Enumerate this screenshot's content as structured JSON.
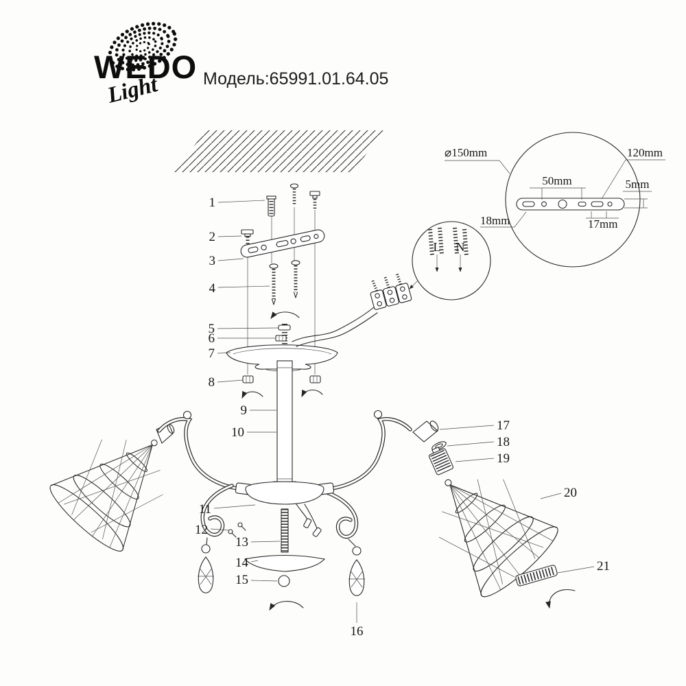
{
  "brand": {
    "wordmark": "WEDO",
    "script": "Light"
  },
  "model_label": "Модель:65991.01.64.05",
  "bracket_detail": {
    "diameter": "⌀150mm",
    "length": "120mm",
    "hole_spacing": "50mm",
    "thickness": "5mm",
    "left_slot": "18mm",
    "right_slot": "17mm"
  },
  "wiring_detail": {
    "live": "L",
    "neutral": "N"
  },
  "parts": [
    "1",
    "2",
    "3",
    "4",
    "5",
    "6",
    "7",
    "8",
    "9",
    "10",
    "11",
    "12",
    "13",
    "14",
    "15",
    "16",
    "17",
    "18",
    "19",
    "20",
    "21"
  ]
}
